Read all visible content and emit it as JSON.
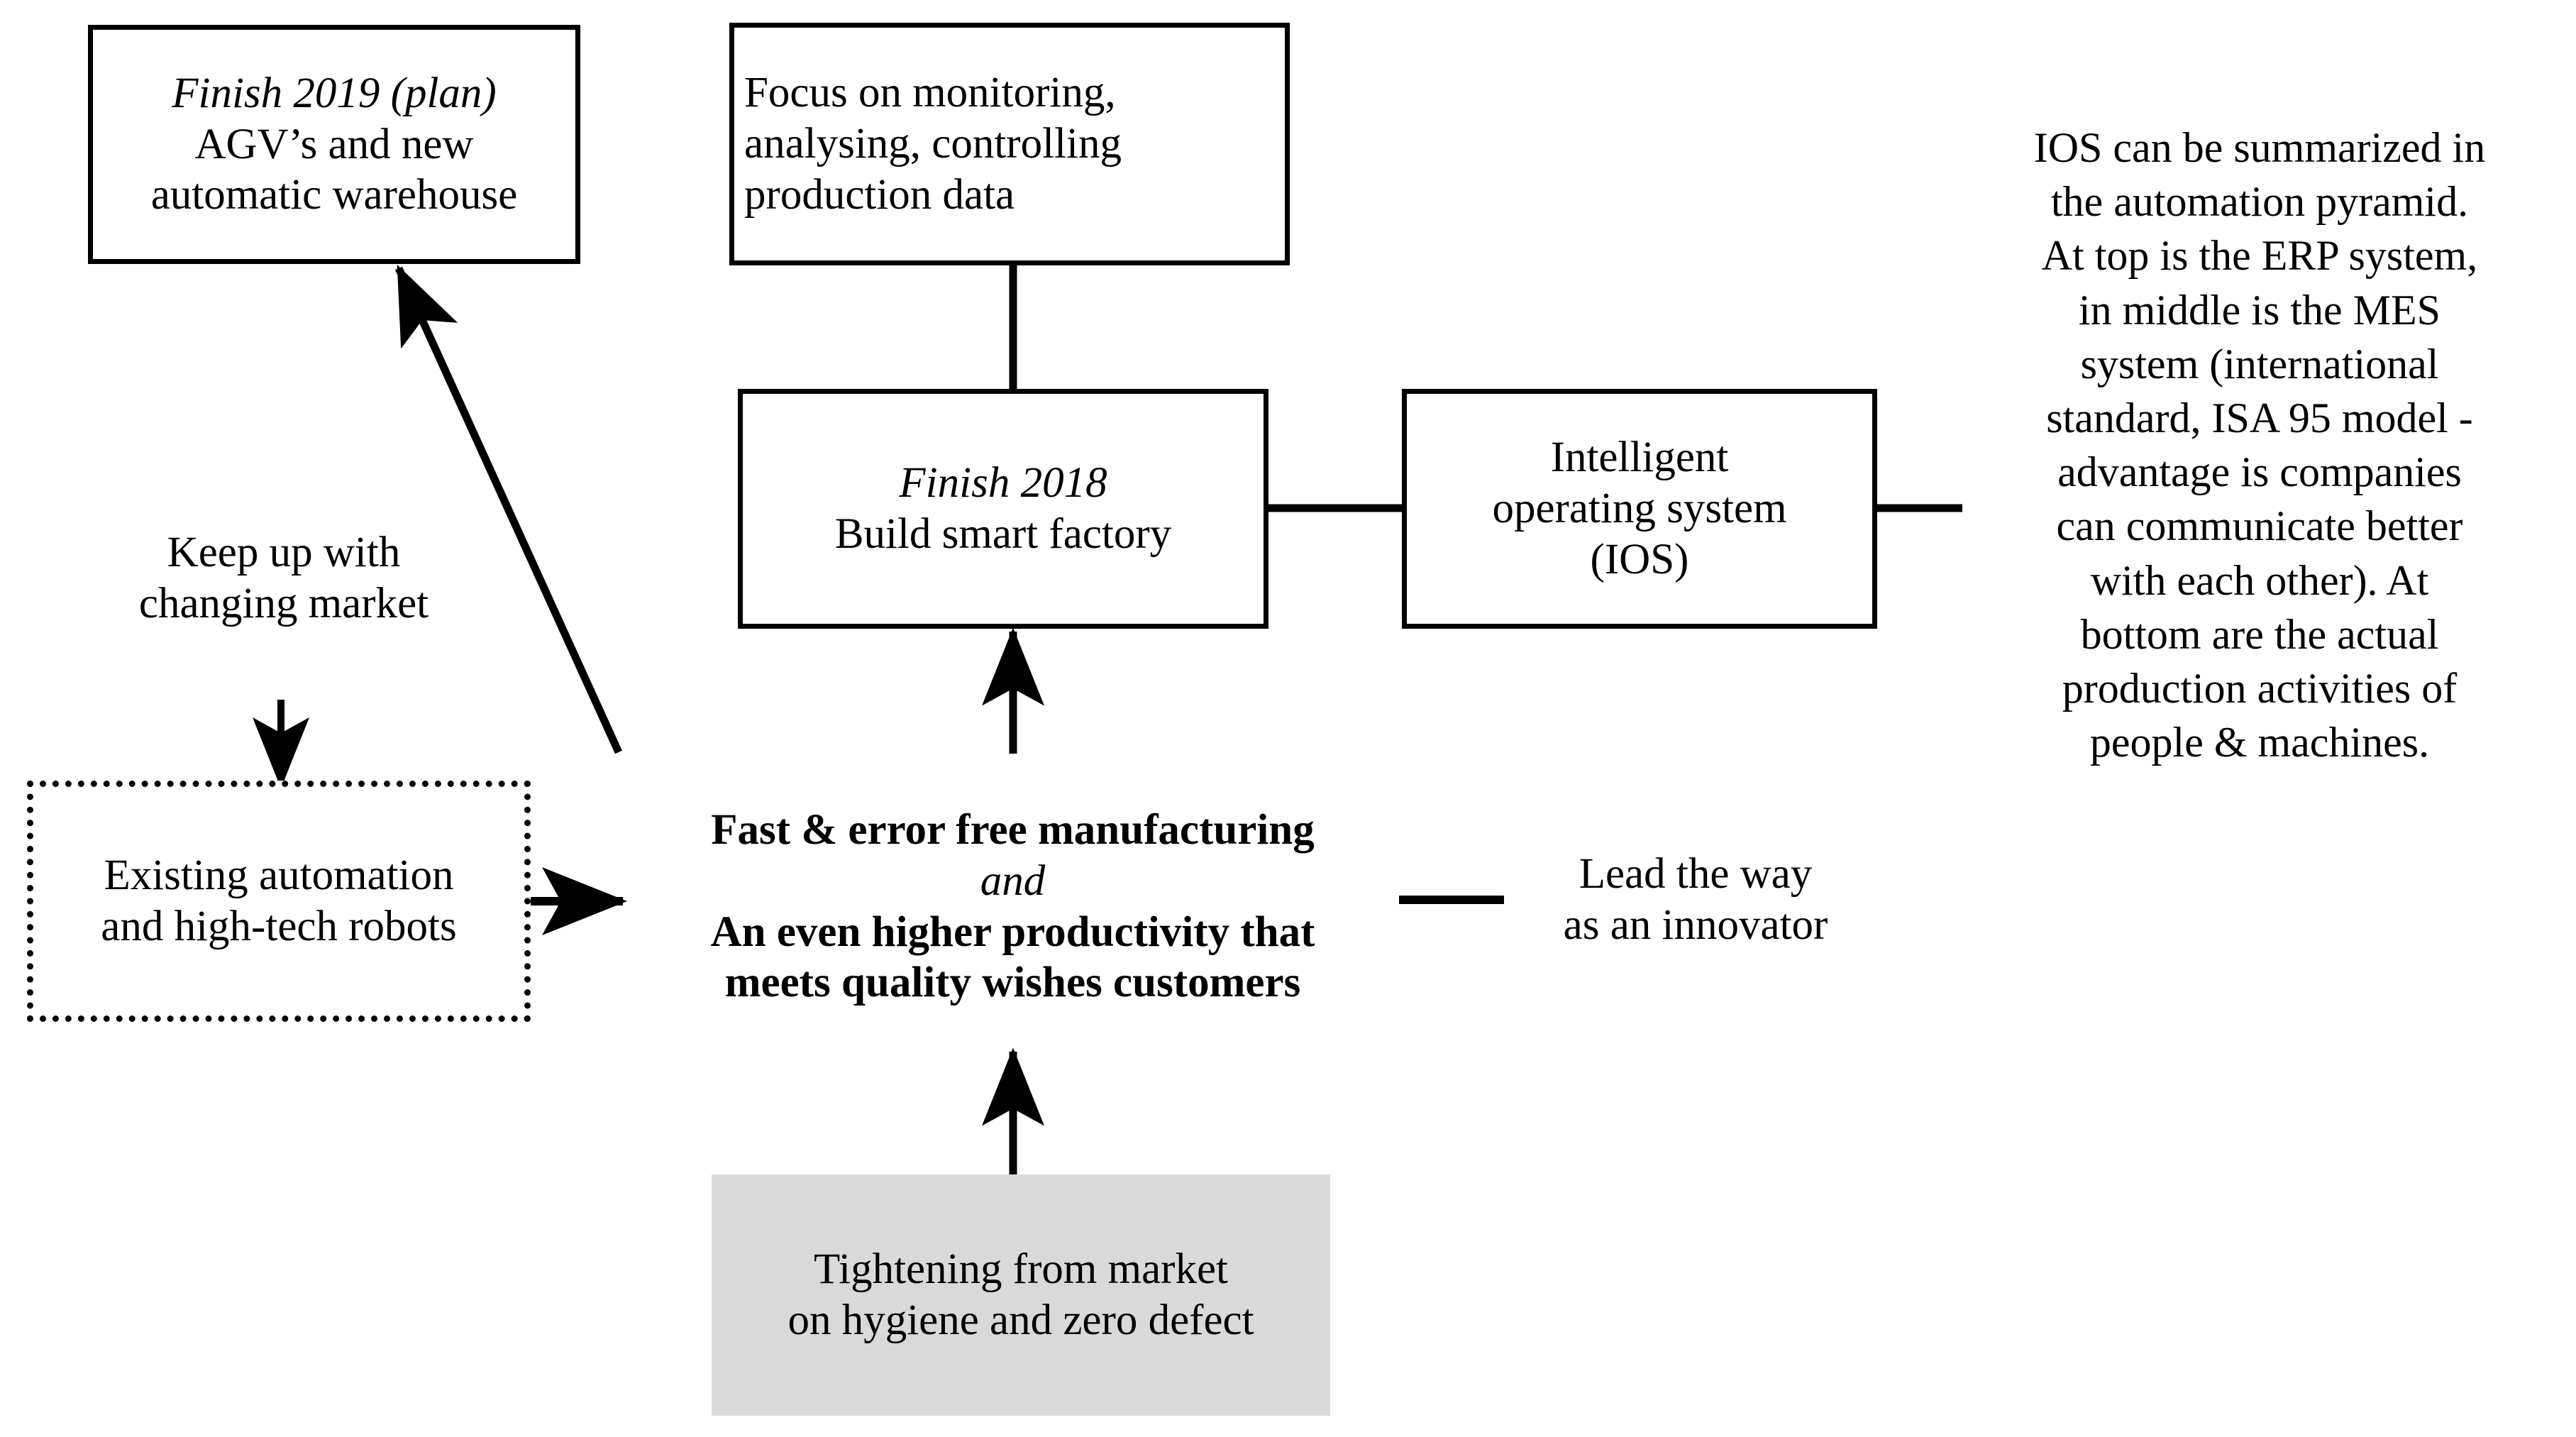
{
  "diagram": {
    "title": "Smart factory roadmap diagram",
    "background_color": "#ffffff",
    "stroke_color": "#000000",
    "grey_fill": "#d9d9d9",
    "nodes": {
      "finish2019": {
        "name": "finish-2019-box",
        "style": "solid-box",
        "lines": [
          {
            "text": "Finish 2019 (plan)",
            "italic": true
          },
          {
            "text": "AGV’s and new",
            "italic": false
          },
          {
            "text": "automatic warehouse",
            "italic": false
          }
        ]
      },
      "focus_monitoring": {
        "name": "focus-monitoring-box",
        "style": "solid-box",
        "lines": [
          {
            "text": "Focus on monitoring,",
            "italic": false
          },
          {
            "text": "analysing, controlling",
            "italic": false
          },
          {
            "text": "production data",
            "italic": false
          }
        ]
      },
      "finish2018": {
        "name": "finish-2018-box",
        "style": "solid-box",
        "lines": [
          {
            "text": "Finish 2018",
            "italic": true
          },
          {
            "text": "Build smart factory",
            "italic": false
          }
        ]
      },
      "ios": {
        "name": "intelligent-operating-system-box",
        "style": "solid-box",
        "lines": [
          {
            "text": "Intelligent",
            "italic": false
          },
          {
            "text": "operating system",
            "italic": false
          },
          {
            "text": "(IOS)",
            "italic": false
          }
        ]
      },
      "keep_up": {
        "name": "keep-up-with-changing-market-label",
        "style": "plain",
        "lines": [
          {
            "text": "Keep up with",
            "italic": false
          },
          {
            "text": "changing market",
            "italic": false
          }
        ]
      },
      "existing_automation": {
        "name": "existing-automation-box",
        "style": "dotted-box",
        "lines": [
          {
            "text": "Existing automation",
            "italic": false
          },
          {
            "text": "and high-tech robots",
            "italic": false
          }
        ]
      },
      "core_goal": {
        "name": "core-goal-label",
        "style": "plain",
        "lines": [
          {
            "text": "Fast & error free manufacturing",
            "bold": true,
            "italic": false
          },
          {
            "text": "and",
            "bold": false,
            "italic": true
          },
          {
            "text": "An even higher productivity that",
            "bold": true,
            "italic": false
          },
          {
            "text": "meets quality wishes customers",
            "bold": true,
            "italic": false
          }
        ]
      },
      "lead_the_way": {
        "name": "lead-the-way-label",
        "style": "plain",
        "lines": [
          {
            "text": "Lead the way",
            "italic": false
          },
          {
            "text": "as an innovator",
            "italic": false
          }
        ]
      },
      "tightening": {
        "name": "tightening-from-market-box",
        "style": "grey-box",
        "lines": [
          {
            "text": "Tightening from market",
            "italic": false
          },
          {
            "text": "on hygiene and zero defect",
            "italic": false
          }
        ]
      },
      "ios_description": {
        "name": "ios-description-paragraph",
        "style": "plain",
        "lines": [
          {
            "text": "IOS can be summarized in",
            "italic": false
          },
          {
            "text": "the automation pyramid.",
            "italic": false
          },
          {
            "text": "At top is the ERP system,",
            "italic": false
          },
          {
            "text": "in middle is the MES",
            "italic": false
          },
          {
            "text": "system (international",
            "italic": false
          },
          {
            "text": "standard, ISA 95 model -",
            "italic": false
          },
          {
            "text": "advantage is companies",
            "italic": false
          },
          {
            "text": "can communicate better",
            "italic": false
          },
          {
            "text": "with each other). At",
            "italic": false
          },
          {
            "text": "bottom are the actual",
            "italic": false
          },
          {
            "text": "production activities of",
            "italic": false
          },
          {
            "text": "people & machines.",
            "italic": false
          }
        ]
      }
    },
    "connectors": [
      {
        "name": "connector-core-goal-to-finish-2019",
        "kind": "arrow-diagonal",
        "from": "core-goal-label",
        "to": "finish-2019-box"
      },
      {
        "name": "connector-focus-to-finish-2018",
        "kind": "line-vertical",
        "from": "focus-monitoring-box",
        "to": "finish-2018-box"
      },
      {
        "name": "connector-finish-2018-to-ios",
        "kind": "line-horizontal",
        "from": "finish-2018-box",
        "to": "intelligent-operating-system-box"
      },
      {
        "name": "connector-ios-to-description",
        "kind": "line-horizontal",
        "from": "intelligent-operating-system-box",
        "to": "ios-description-paragraph"
      },
      {
        "name": "connector-core-goal-to-finish-2018",
        "kind": "arrow-up",
        "from": "core-goal-label",
        "to": "finish-2018-box"
      },
      {
        "name": "connector-keep-up-to-existing-automation",
        "kind": "arrow-down",
        "from": "keep-up-with-changing-market-label",
        "to": "existing-automation-box"
      },
      {
        "name": "connector-existing-automation-to-core-goal",
        "kind": "arrow-right",
        "from": "existing-automation-box",
        "to": "core-goal-label"
      },
      {
        "name": "connector-core-goal-to-lead-the-way",
        "kind": "line-horizontal",
        "from": "core-goal-label",
        "to": "lead-the-way-label"
      },
      {
        "name": "connector-tightening-to-core-goal",
        "kind": "arrow-up",
        "from": "tightening-from-market-box",
        "to": "core-goal-label"
      }
    ]
  }
}
